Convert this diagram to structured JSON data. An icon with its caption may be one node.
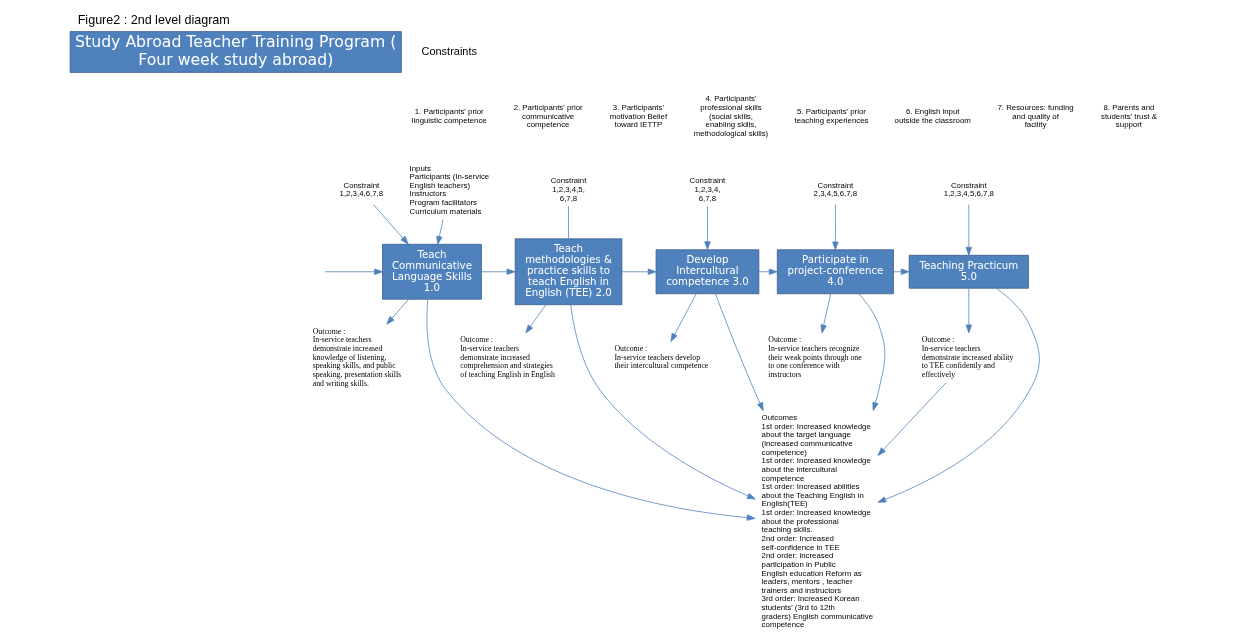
{
  "diagram": {
    "title": "Figure2 : 2nd level diagram",
    "nodes": [
      {
        "text": [
          "Study Abroad Teacher Training Program ( Four week study abroad)"
        ]
      },
      {
        "text": [
          "Inputs",
          "Participants (In-service English teachers)",
          "Instructors",
          "Program facilitators",
          "Curriculum materials"
        ]
      },
      {
        "text": [
          "Constraint 1,2,3,4,6,7,8"
        ]
      },
      {
        "text": [
          "Teach Communicative Language Skills 1.0"
        ]
      },
      {
        "text": [
          "Outcome :",
          "In-service teachers demonstrate increased knowledge of listening, speaking skills, and public speaking, presentation skills and writing skills."
        ]
      },
      {
        "text": [
          "Constraint 1,2,3,4,5, 6,7,8"
        ]
      },
      {
        "text": [
          "Teach methodologies & practice skills to teach English in English (TEE) 2.0"
        ]
      },
      {
        "text": [
          "Outcome :",
          "In-service teachers demonstrate increased comprehension and strategies of teaching English in English"
        ]
      },
      {
        "text": [
          "Constraint 1,2,3,4, 6,7,8"
        ]
      },
      {
        "text": [
          "Develop Intercultural competence 3.0"
        ]
      },
      {
        "text": [
          "Outcome :",
          "In-service teachers develop their intercultural competence"
        ]
      },
      {
        "text": [
          "Constraint 2,3,4,5,6,7,8"
        ]
      },
      {
        "text": [
          "Participate in project-conference 4.0"
        ]
      },
      {
        "text": [
          "Outcome :",
          "In-service teachers recognize their weak points through one to one conference with instructors"
        ]
      },
      {
        "text": [
          "Constraint 1,2,3,4,5,6,7,8"
        ]
      },
      {
        "text": [
          "Teaching Practicum 5.0"
        ]
      },
      {
        "text": [
          "Outcome :",
          "In-service teachers demonstrate increased ability to TEE confidently and effectively"
        ]
      },
      {
        "text": [
          "Outcomes",
          "1st order: Increased knowledge about the target language (increased communicative competence)",
          "1st order: Increased knowledge about the intercultural competence",
          "1st order: Increased abilities about the Teaching English in English(TEE)",
          "1st order: Increased knowledge about the professional teaching skills.",
          "2nd order: Increased self-confidence in TEE",
          "2nd order: increased participation in Public English education Reform as leaders, mentors , teacher trainers and instructors",
          "3rd order: Increased Korean students' (3rd to 12th graders) English communicative competence"
        ]
      }
    ],
    "edges": [
      {
        "from": null,
        "to": 3,
        "arrow": "to"
      },
      {
        "from": 1,
        "to": 3,
        "arrow": "to"
      },
      {
        "from": 2,
        "to": 3,
        "arrow": "to"
      },
      {
        "from": 3,
        "to": 4,
        "arrow": "to"
      },
      {
        "from": 3,
        "to": 6,
        "arrow": "to"
      },
      {
        "from": 5,
        "to": 6,
        "arrow": "none"
      },
      {
        "from": 6,
        "to": 7,
        "arrow": "to"
      },
      {
        "from": 6,
        "to": 9,
        "arrow": "to"
      },
      {
        "from": 8,
        "to": 9,
        "arrow": "to"
      },
      {
        "from": 9,
        "to": 10,
        "arrow": "to"
      },
      {
        "from": 9,
        "to": 12,
        "arrow": "to"
      },
      {
        "from": 11,
        "to": 12,
        "arrow": "to"
      },
      {
        "from": 12,
        "to": 13,
        "arrow": "to"
      },
      {
        "from": 12,
        "to": 15,
        "arrow": "to"
      },
      {
        "from": 14,
        "to": 15,
        "arrow": "to"
      },
      {
        "from": 15,
        "to": 16,
        "arrow": "to"
      },
      {
        "from": 15,
        "to": 17,
        "arrow": "to"
      },
      {
        "from": 16,
        "to": 17,
        "arrow": "to"
      },
      {
        "from": 3,
        "to": 17,
        "arrow": "to"
      },
      {
        "from": 6,
        "to": 17,
        "arrow": "to"
      },
      {
        "from": 9,
        "to": 17,
        "arrow": "to"
      },
      {
        "from": 12,
        "to": 17,
        "arrow": "to"
      }
    ],
    "labels": [
      "Constraints",
      "1. Participants' prior linguistic competence",
      "2. Participants' prior communicative competence",
      "3. Participants' motivation Belief toward IETTP",
      "4. Participants' professional skills (social skills, enabling skills, methodological skills)",
      "5. Participants' prior teaching experiences",
      "6. English input outside the classroom",
      "7. Resources: funding and quality of facility",
      "8. Parents and students' trust & support"
    ]
  }
}
